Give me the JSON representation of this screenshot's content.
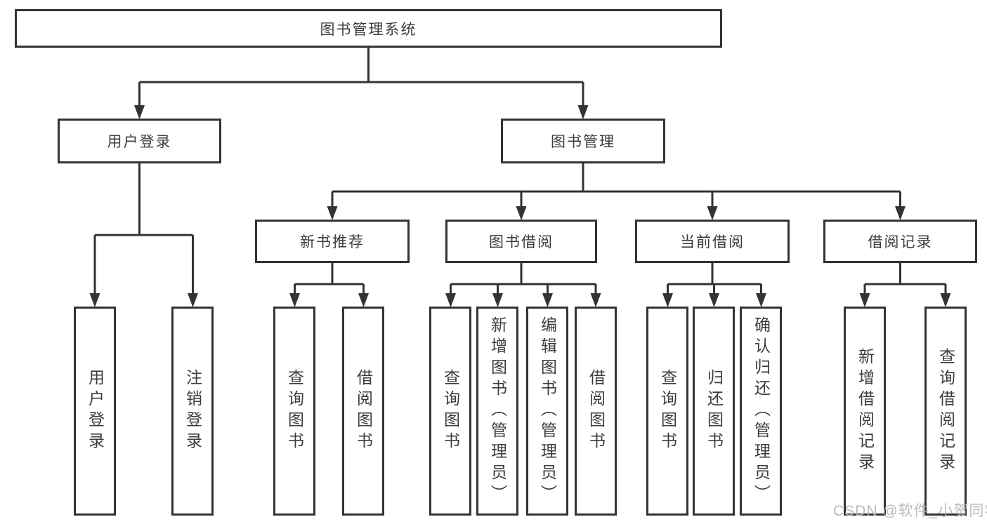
{
  "diagram": {
    "nodes": {
      "root": "图书管理系统",
      "user_login": "用户登录",
      "book_mgmt": "图书管理",
      "new_book_rec": "新书推荐",
      "book_borrow": "图书借阅",
      "current_borrow": "当前借阅",
      "borrow_record": "借阅记录",
      "leaf_user_login": "用户登录",
      "leaf_logout": "注销登录",
      "leaf_nbr_query": "查询图书",
      "leaf_nbr_borrow": "借阅图书",
      "leaf_bb_query": "查询图书",
      "leaf_bb_add": "新增图书（管理员）",
      "leaf_bb_edit": "编辑图书（管理员）",
      "leaf_bb_borrow": "借阅图书",
      "leaf_cb_query": "查询图书",
      "leaf_cb_return": "归还图书",
      "leaf_cb_confirm": "确认归还（管理员）",
      "leaf_br_add": "新增借阅记录",
      "leaf_br_query": "查询借阅记录"
    },
    "watermark": "CSDN @软件_小贺同学",
    "colors": {
      "line": "#333333",
      "text": "#3d3d3d",
      "watermark": "#b5b5b5",
      "background": "#ffffff"
    }
  }
}
